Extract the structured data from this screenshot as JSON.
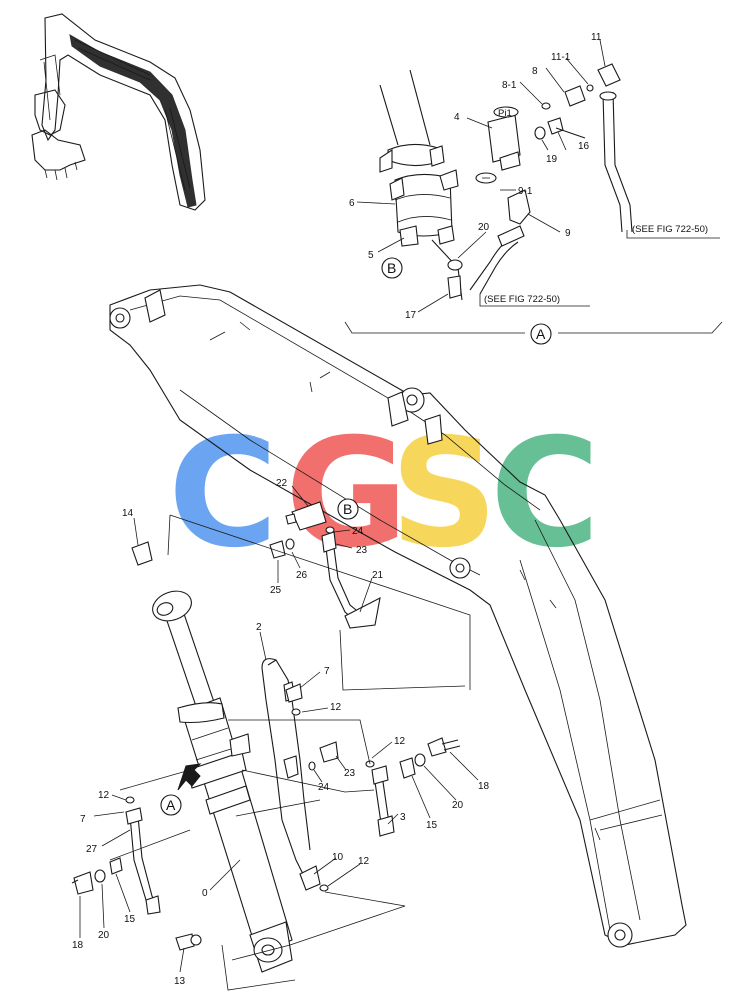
{
  "watermark": {
    "letters": [
      {
        "char": "C",
        "color": "#5b9cf0"
      },
      {
        "char": "G",
        "color": "#f0605e"
      },
      {
        "char": "S",
        "color": "#f7d34a"
      },
      {
        "char": "C",
        "color": "#56b98a"
      }
    ]
  },
  "detail": {
    "circle_label": "A",
    "see_fig_right": "(SEE FIG 722-50)",
    "see_fig_lower": "(SEE FIG 722-50)",
    "valve_mark": "Pi1"
  },
  "callouts": {
    "B_detail": "B",
    "B_main": "B",
    "A_main": "A"
  },
  "labels": {
    "p11": "11",
    "p11_1": "11-1",
    "p8": "8",
    "p8_1": "8-1",
    "p4": "4",
    "p16": "16",
    "p19": "19",
    "p9_1": "9-1",
    "p9": "9",
    "p6": "6",
    "p20d": "20",
    "p5": "5",
    "p17": "17",
    "p22": "22",
    "p24a": "24",
    "p23a": "23",
    "p26": "26",
    "p25": "25",
    "p14": "14",
    "p21": "21",
    "p2": "2",
    "p7a": "7",
    "p12a": "12",
    "p23b": "23",
    "p12b": "12",
    "p24b": "24",
    "p18a": "18",
    "p20a": "20",
    "p3": "3",
    "p15a": "15",
    "p12c": "12",
    "p7b": "7",
    "p27": "27",
    "p0": "0",
    "p10": "10",
    "p12d": "12",
    "p18b": "18",
    "p20b": "20",
    "p15b": "15",
    "p13": "13"
  }
}
